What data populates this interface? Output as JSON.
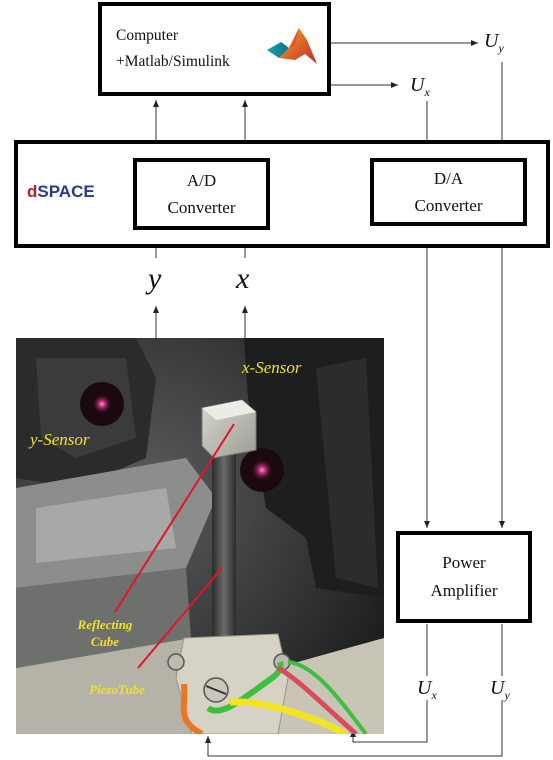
{
  "computer": {
    "line1": "Computer",
    "line2": "+Matlab/Simulink"
  },
  "dspace": {
    "logo_d": "d",
    "logo_rest": "SPACE",
    "logo_color": "#b3202a",
    "logo_color2": "#2b3990"
  },
  "ad_converter": {
    "line1": "A/D",
    "line2": "Converter"
  },
  "da_converter": {
    "line1": "D/A",
    "line2": "Converter"
  },
  "power_amplifier": {
    "line1": "Power",
    "line2": "Amplifier"
  },
  "signals": {
    "uy_top": {
      "base": "U",
      "sub": "y"
    },
    "ux_top": {
      "base": "U",
      "sub": "x"
    },
    "y": "y",
    "x": "x",
    "ux_bottom": {
      "base": "U",
      "sub": "x"
    },
    "uy_bottom": {
      "base": "U",
      "sub": "y"
    }
  },
  "photo": {
    "x_sensor": "x-Sensor",
    "y_sensor": "y-Sensor",
    "reflecting_cube_1": "Reflecting",
    "reflecting_cube_2": "Cube",
    "piezotube": "PiezoTube",
    "label_color": "#f2e02c",
    "pointer_color": "#e0142c"
  }
}
